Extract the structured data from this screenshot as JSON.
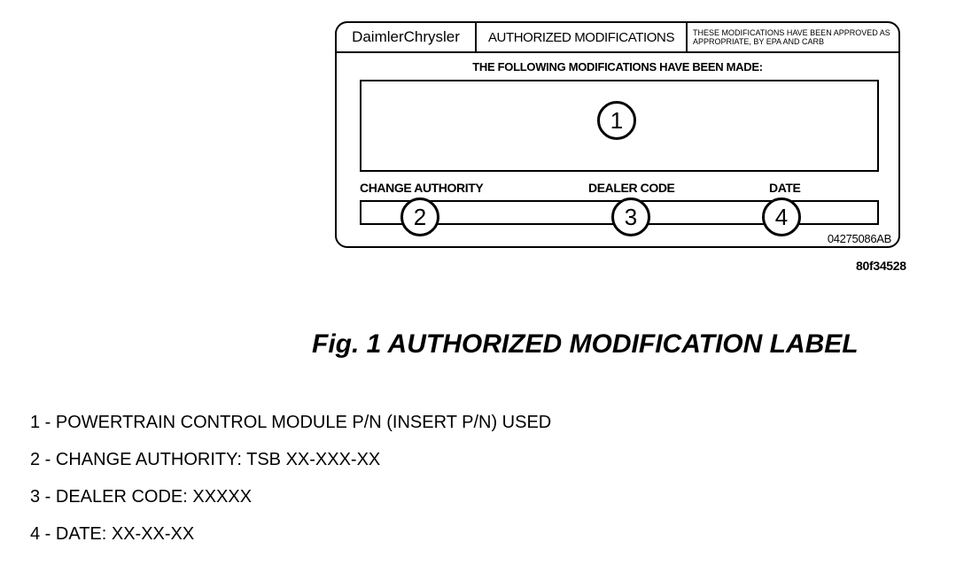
{
  "label": {
    "brand": "DaimlerChrysler",
    "title": "AUTHORIZED MODIFICATIONS",
    "approval_note": "THESE MODIFICATIONS HAVE BEEN APPROVED AS APPROPRIATE, BY EPA AND CARB",
    "modifications_heading": "THE FOLLOWING MODIFICATIONS HAVE BEEN MADE:",
    "field_labels": {
      "change_authority": "CHANGE AUTHORITY",
      "dealer_code": "DEALER CODE",
      "date": "DATE"
    },
    "callouts": [
      "1",
      "2",
      "3",
      "4"
    ],
    "part_number": "04275086AB"
  },
  "figure_ref": "80f34528",
  "caption": "Fig. 1 AUTHORIZED MODIFICATION LABEL",
  "legend": [
    "1 - POWERTRAIN CONTROL MODULE P/N (INSERT P/N) USED",
    "2 - CHANGE AUTHORITY: TSB XX-XXX-XX",
    "3 - DEALER CODE: XXXXX",
    "4 - DATE: XX-XX-XX"
  ]
}
